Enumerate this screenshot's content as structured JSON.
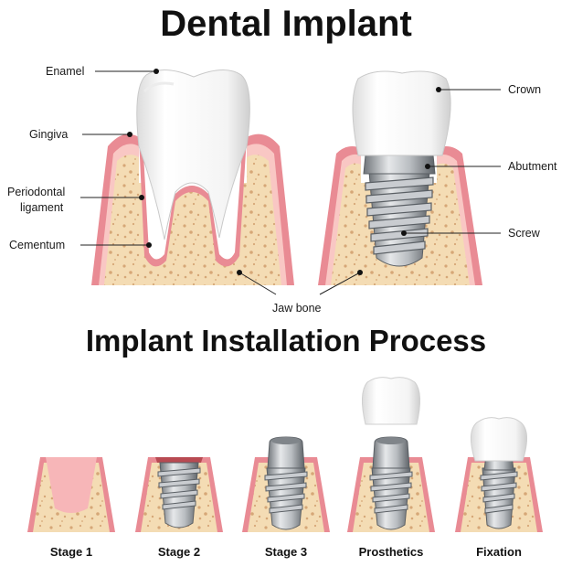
{
  "title": "Dental Implant",
  "subtitle": "Implant Installation Process",
  "labels": {
    "enamel": "Enamel",
    "gingiva": "Gingiva",
    "periodontal_line1": "Periodontal",
    "periodontal_line2": "ligament",
    "cementum": "Cementum",
    "jaw_bone": "Jaw bone",
    "crown": "Crown",
    "abutment": "Abutment",
    "screw": "Screw"
  },
  "stages": [
    {
      "label": "Stage 1"
    },
    {
      "label": "Stage 2"
    },
    {
      "label": "Stage 3"
    },
    {
      "label": "Prosthetics"
    },
    {
      "label": "Fixation"
    }
  ],
  "colors": {
    "bone": "#f4dcb4",
    "bone_dots": "#d6a777",
    "gum_outer": "#e98b94",
    "gum_inner": "#f9c7c4",
    "tooth": "#ffffff",
    "metal": "#9ea3a8"
  }
}
